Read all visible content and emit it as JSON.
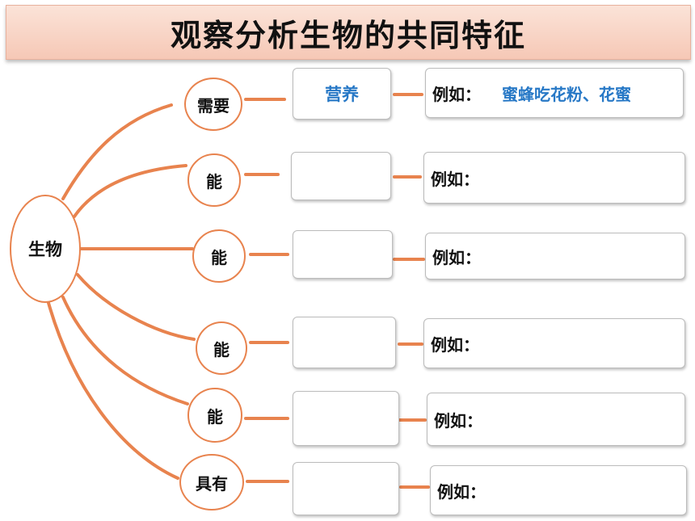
{
  "title": "观察分析生物的共同特征",
  "root": "生物",
  "example_label": "例如：",
  "rows": [
    {
      "trait": "需要",
      "answer": "营养",
      "example": "蜜蜂吃花粉、花蜜"
    },
    {
      "trait": "能",
      "answer": "",
      "example": ""
    },
    {
      "trait": "能",
      "answer": "",
      "example": ""
    },
    {
      "trait": "能",
      "answer": "",
      "example": ""
    },
    {
      "trait": "能",
      "answer": "",
      "example": ""
    },
    {
      "trait": "具有",
      "answer": "",
      "example": ""
    }
  ],
  "colors": {
    "connector": "#e8834e",
    "answer_text": "#2778c6",
    "box_border": "#bcbcbc"
  }
}
